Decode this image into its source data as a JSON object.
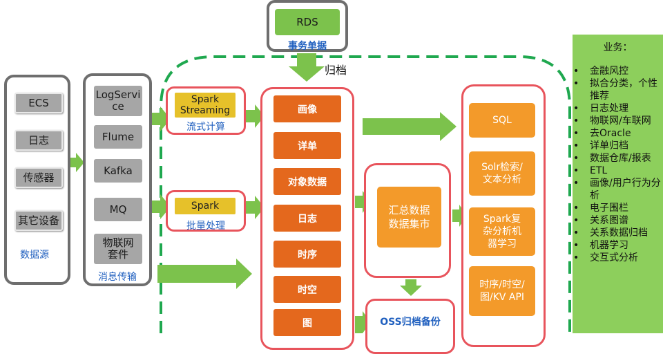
{
  "rds": {
    "label": "RDS",
    "caption": "事务单据"
  },
  "archive_label": "归档",
  "sources": {
    "items": [
      "ECS",
      "日志",
      "传感器",
      "其它设备"
    ],
    "caption": "数据源"
  },
  "transport": {
    "items": [
      "LogService",
      "Flume",
      "Kafka",
      "MQ",
      "物联网套件"
    ],
    "caption": "消息传输"
  },
  "stream": {
    "label": "Spark Streaming",
    "caption": "流式计算"
  },
  "batch": {
    "label": "Spark",
    "caption": "批量处理"
  },
  "datatypes": [
    "画像",
    "详单",
    "对象数据",
    "日志",
    "时序",
    "时空",
    "图"
  ],
  "mart": {
    "label": "汇总数据数据集市"
  },
  "oss": {
    "label": "OSS归档备份"
  },
  "engines": [
    "SQL",
    "Solr检索/文本分析",
    "Spark复杂分析机器学习",
    "时序/时空/图/KV API"
  ],
  "business": {
    "title": "业务：",
    "items": [
      "金融风控",
      "拟合分类，个性推荐",
      "日志处理",
      "物联网/车联网",
      "去Oracle",
      "详单归档",
      "数据仓库/报表",
      "ETL",
      "画像/用户行为分析",
      "电子围栏",
      "关系图谱",
      "关系数据归档",
      "机器学习",
      "交互式分析"
    ]
  },
  "colors": {
    "green": "#7cc24c",
    "orange": "#e4681d",
    "light_orange": "#f39a2a",
    "red_border": "#e8545c",
    "dash_green": "#1fa84f",
    "gray": "#a6a6a6"
  }
}
